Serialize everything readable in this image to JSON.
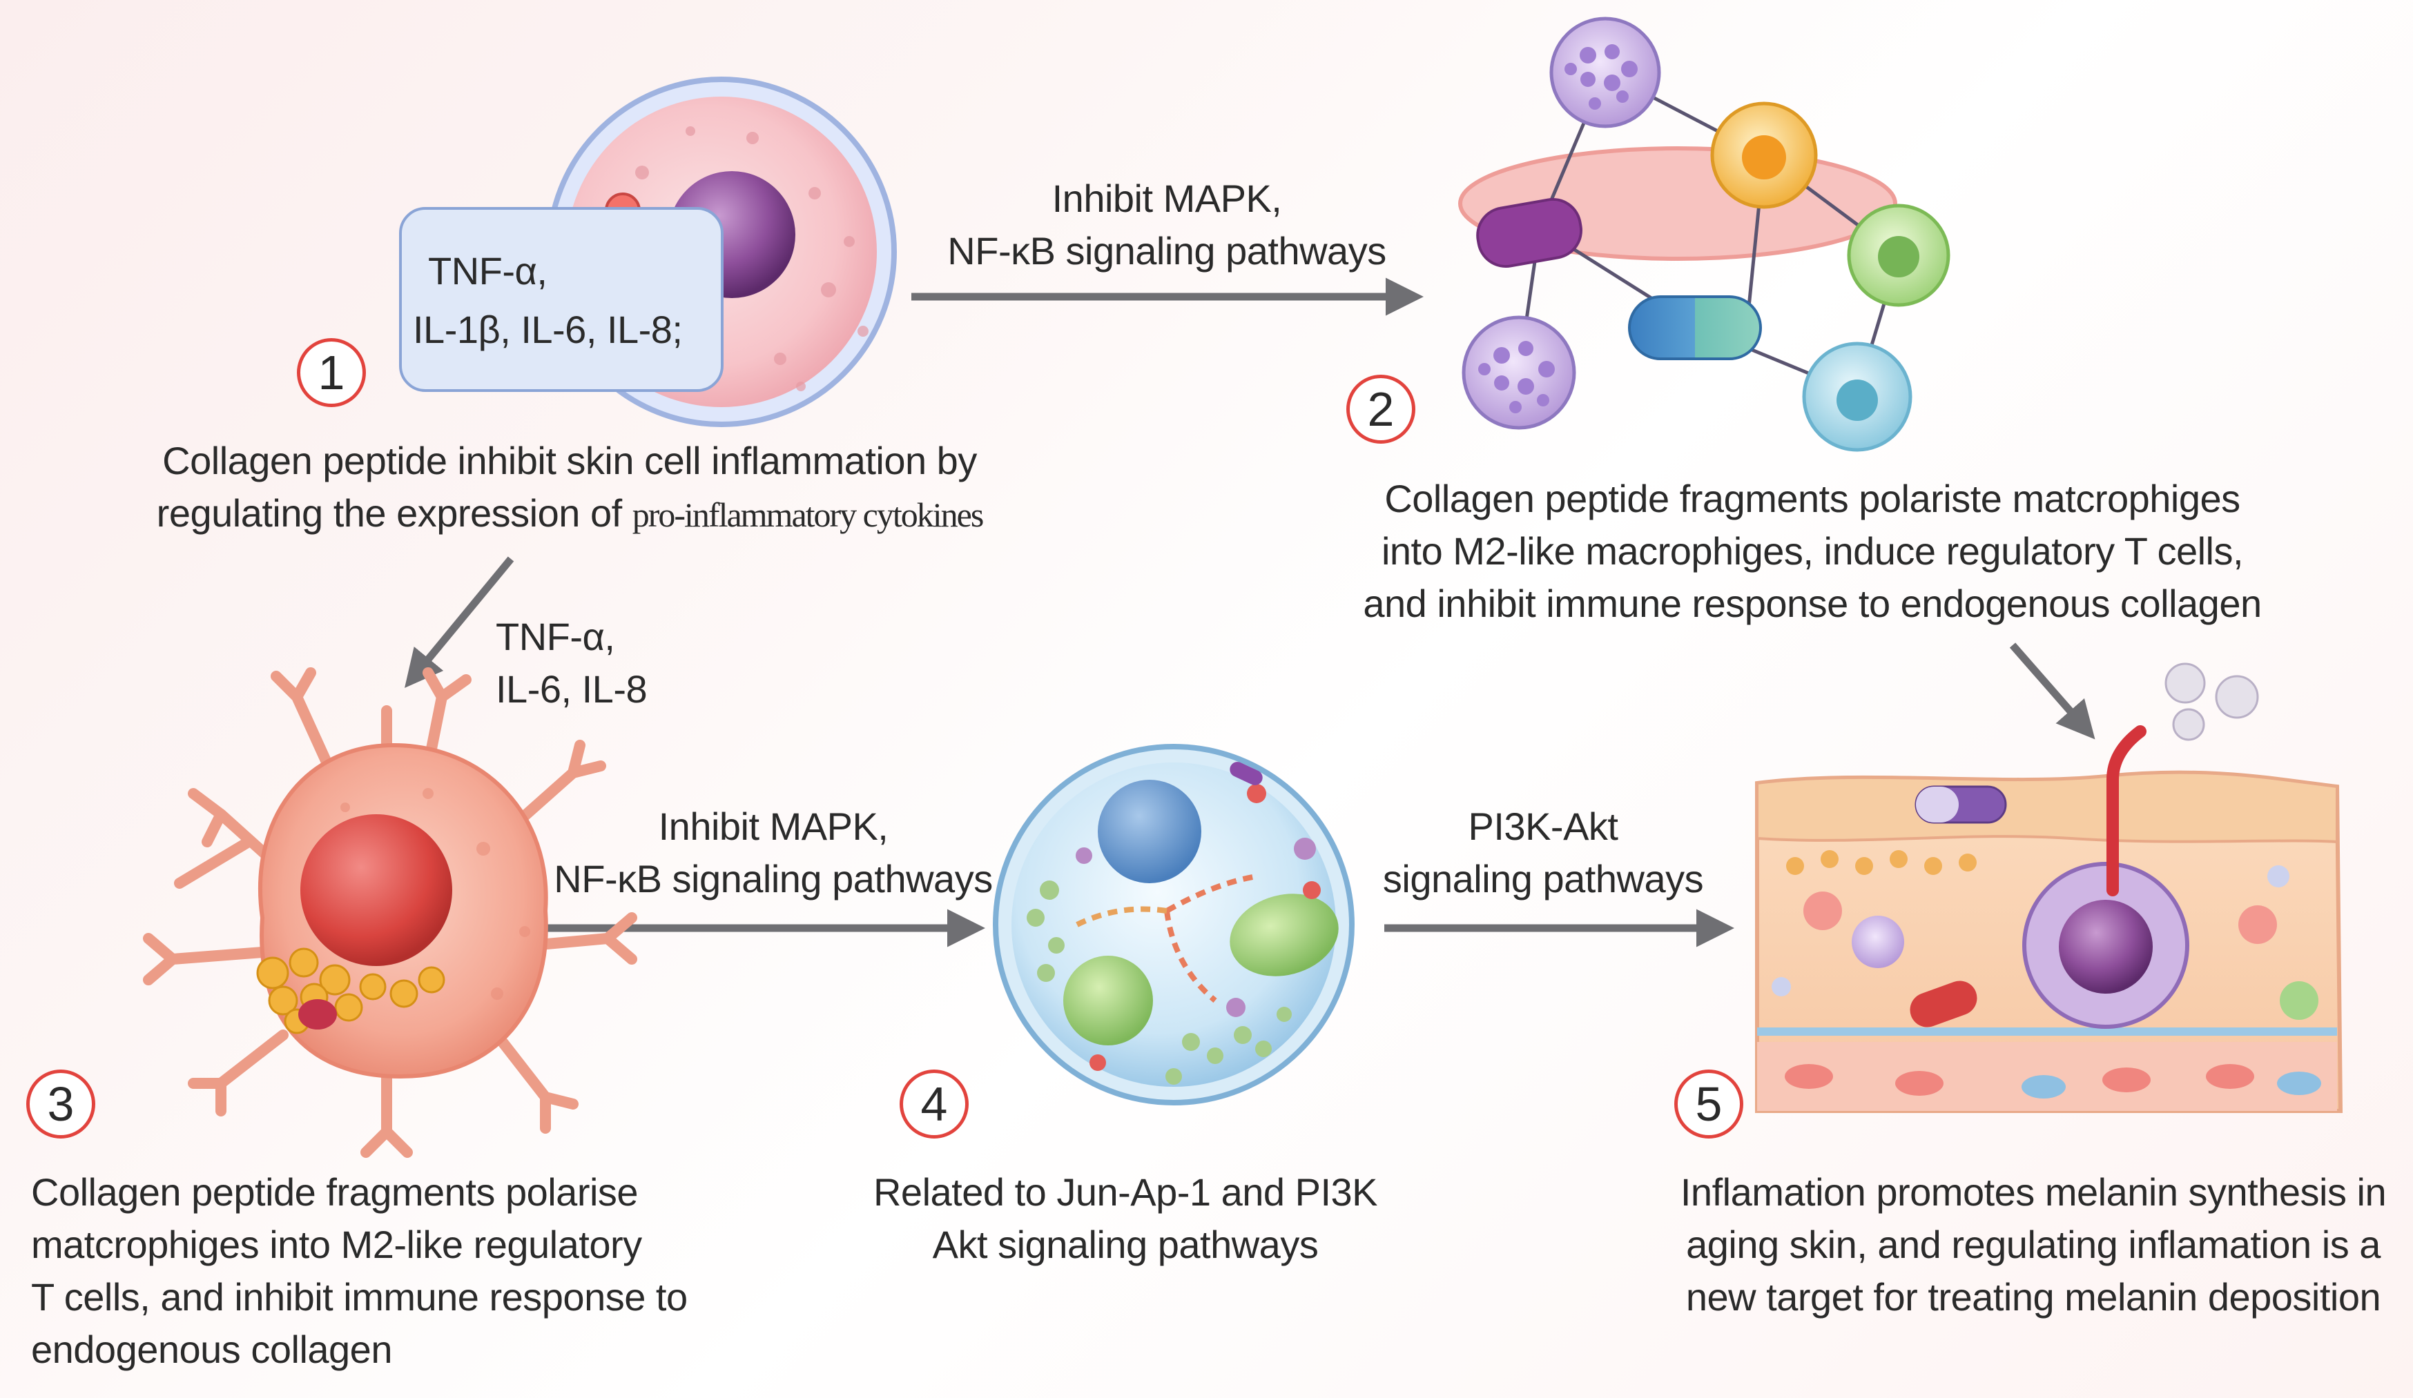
{
  "steps": [
    {
      "number": "1",
      "lines": [
        "Collagen peptide inhibit skin cell inflammation by",
        "regulating the expression of "
      ],
      "emphasis": "pro-inflammatory cytokines"
    },
    {
      "number": "2",
      "lines": [
        "Collagen peptide fragments polariste matcrophiges",
        "into M2-like macrophiges, induce regulatory T cells,",
        "and inhibit immune response to endogenous collagen"
      ]
    },
    {
      "number": "3",
      "lines": [
        "Collagen peptide fragments polarise",
        "matcrophiges into M2-like regulatory",
        "T cells, and inhibit immune response to",
        "endogenous collagen"
      ]
    },
    {
      "number": "4",
      "lines": [
        "Related to Jun-Ap-1 and PI3K",
        "Akt signaling pathways"
      ]
    },
    {
      "number": "5",
      "lines": [
        "Inflamation promotes melanin synthesis in",
        "aging skin, and regulating inflamation is a",
        "new target for treating melanin deposition"
      ]
    }
  ],
  "cytokine_box": {
    "line1": "TNF-α,",
    "line2": "IL-1β, IL-6, IL-8;"
  },
  "arrow_labels": {
    "top": [
      "Inhibit MAPK,",
      "NF-κB signaling pathways"
    ],
    "diagonal": [
      "TNF-α,",
      "IL-6, IL-8"
    ],
    "middle": [
      "Inhibit MAPK,",
      "NF-κB signaling pathways"
    ],
    "right": [
      "PI3K-Akt",
      "signaling pathways"
    ]
  },
  "colors": {
    "accent_red": "#e2433d",
    "arrow": "#6f6f73",
    "text": "#2a2a2a"
  }
}
